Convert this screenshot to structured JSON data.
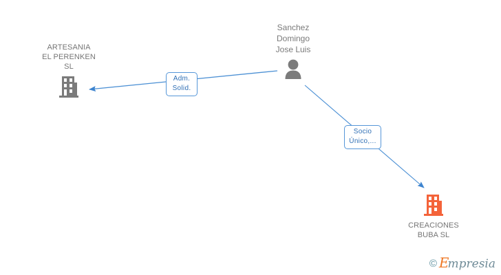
{
  "diagram": {
    "title": "Mercantile relationship diagram",
    "background_color": "#ffffff",
    "nodes": [
      {
        "id": "artesania",
        "type": "company",
        "name": "ARTESANIA\nEL PERENKEN\nSL",
        "icon": "building-icon",
        "icon_color": "#7b7b7b"
      },
      {
        "id": "person",
        "type": "person",
        "name": "Sanchez\nDomingo\nJose Luis",
        "icon": "person-icon",
        "icon_color": "#7b7b7b"
      },
      {
        "id": "creaciones",
        "type": "company",
        "name": "CREACIONES\nBUBA SL",
        "icon": "building-icon",
        "icon_color": "#f4633a"
      }
    ],
    "edges": [
      {
        "id": "edge-adm-solid",
        "from": "person",
        "to": "artesania",
        "label": "Adm.\nSolid.",
        "line_color": "#4a8fd4",
        "arrow_direction": "left"
      },
      {
        "id": "edge-socio-unico",
        "from": "person",
        "to": "creaciones",
        "label": "Socio\nÚnico,...",
        "line_color": "#4a8fd4",
        "arrow_direction": "down-right"
      }
    ]
  },
  "watermark": {
    "copyright": "©",
    "brand_initial": "E",
    "brand_rest": "mpresia",
    "initial_color": "#ee7622",
    "rest_color": "#6f8b97"
  }
}
